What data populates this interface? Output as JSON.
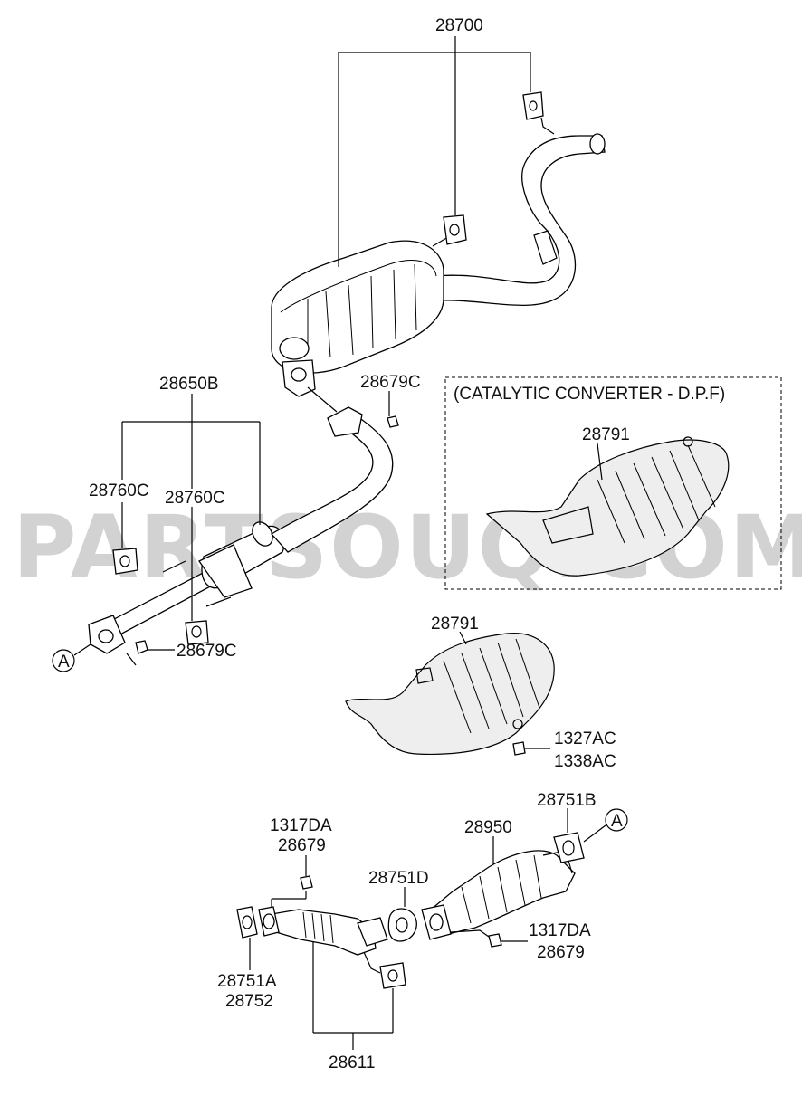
{
  "watermark": "PARTSOUQ.COM",
  "dpf_box": {
    "title": "(CATALYTIC CONVERTER - D.P.F)"
  },
  "labels": {
    "l28700": "28700",
    "l28650b": "28650B",
    "l28679c_top": "28679C",
    "l28760c_left": "28760C",
    "l28760c_right": "28760C",
    "l28679c_mid": "28679C",
    "callout_a_left": "A",
    "l28791_dpf": "28791",
    "l28791": "28791",
    "l1327ac": "1327AC",
    "l1338ac": "1338AC",
    "l1317da_left": "1317DA",
    "l28679_left": "28679",
    "l28751d": "28751D",
    "l28950": "28950",
    "l28751b": "28751B",
    "callout_a_right": "A",
    "l1317da_right": "1317DA",
    "l28679_right": "28679",
    "l28751a": "28751A",
    "l28752": "28752",
    "l28611": "28611"
  }
}
